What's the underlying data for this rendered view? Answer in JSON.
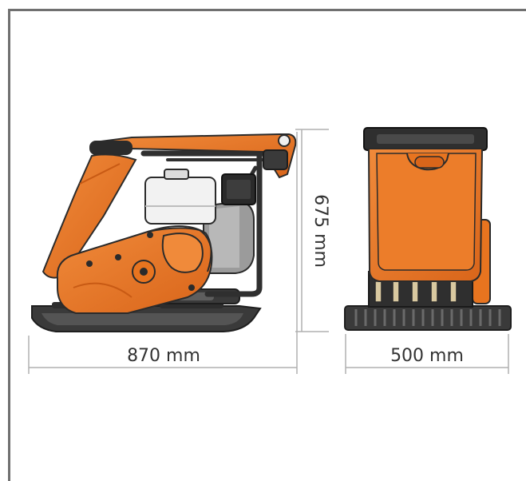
{
  "dimensions": {
    "length": "870 mm",
    "height": "675 mm",
    "width": "500 mm"
  },
  "colors": {
    "body_orange": "#e8741f",
    "outline_dark": "#2b2b2b",
    "frame_gray": "#707070",
    "dimension_line": "#b0b0b0",
    "engine_white": "#f2f2f2"
  },
  "views": [
    {
      "name": "side-view",
      "subject": "plate compactor"
    },
    {
      "name": "front-view",
      "subject": "plate compactor"
    }
  ]
}
